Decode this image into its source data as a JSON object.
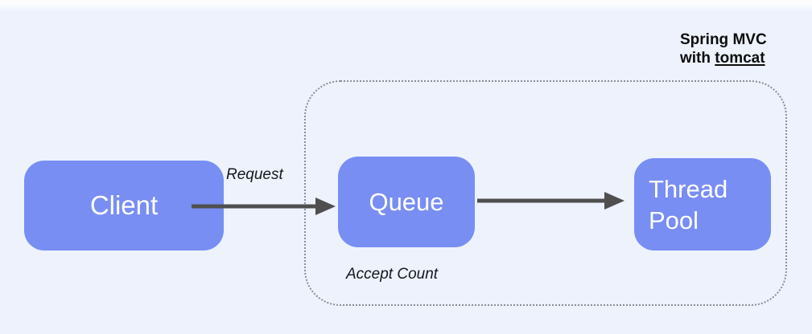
{
  "title": {
    "line1": "Spring MVC",
    "line2_prefix": "with ",
    "line2_underlined": "tomcat"
  },
  "nodes": {
    "client": "Client",
    "queue": "Queue",
    "thread_pool": "Thread Pool"
  },
  "labels": {
    "request": "Request",
    "accept_count": "Accept Count"
  },
  "colors": {
    "background": "#EDF2FD",
    "node_fill": "#788EF3",
    "node_text": "#FFFFFF",
    "arrow": "#4F4F4F",
    "boundary_dots": "#878E9C",
    "label_text": "#15181E",
    "title_text": "#0D0D0D"
  }
}
